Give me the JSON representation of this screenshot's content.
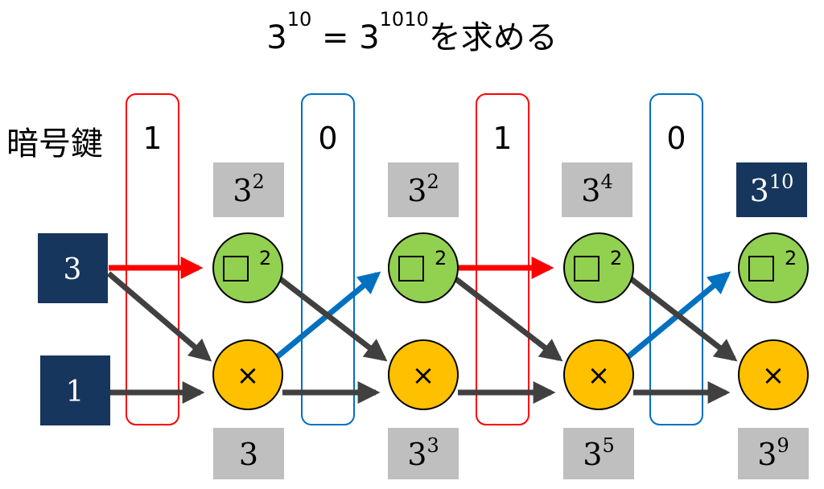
{
  "title": {
    "base": "3",
    "exp": "10",
    "eq": " = ",
    "base2": "3",
    "exp2": "1010",
    "suffix": "を求める"
  },
  "key_label": "暗号鍵",
  "key_bits": [
    {
      "bit": "1",
      "color": "#ff0000"
    },
    {
      "bit": "0",
      "color": "#1f78c8"
    },
    {
      "bit": "1",
      "color": "#ff0000"
    },
    {
      "bit": "0",
      "color": "#1f78c8"
    }
  ],
  "inputs": [
    {
      "value": "3"
    },
    {
      "value": "1"
    }
  ],
  "square_nodes": [
    {
      "symbol": "□",
      "exp": "2"
    },
    {
      "symbol": "□",
      "exp": "2"
    },
    {
      "symbol": "□",
      "exp": "2"
    },
    {
      "symbol": "□",
      "exp": "2"
    }
  ],
  "multiply_nodes": [
    {
      "symbol": "×"
    },
    {
      "symbol": "×"
    },
    {
      "symbol": "×"
    },
    {
      "symbol": "×"
    }
  ],
  "top_values": [
    {
      "base": "3",
      "exp": "2",
      "highlight": false
    },
    {
      "base": "3",
      "exp": "2",
      "highlight": false
    },
    {
      "base": "3",
      "exp": "4",
      "highlight": false
    },
    {
      "base": "3",
      "exp": "10",
      "highlight": true
    }
  ],
  "bottom_values": [
    {
      "base": "3",
      "exp": ""
    },
    {
      "base": "3",
      "exp": "3"
    },
    {
      "base": "3",
      "exp": "5"
    },
    {
      "base": "3",
      "exp": "9"
    }
  ],
  "colors": {
    "navy": "#17365d",
    "gray_box": "#bfbfbf",
    "green": "#92d050",
    "orange": "#ffc000",
    "arrow_gray": "#404040",
    "red": "#ff0000",
    "blue": "#0070c0"
  }
}
